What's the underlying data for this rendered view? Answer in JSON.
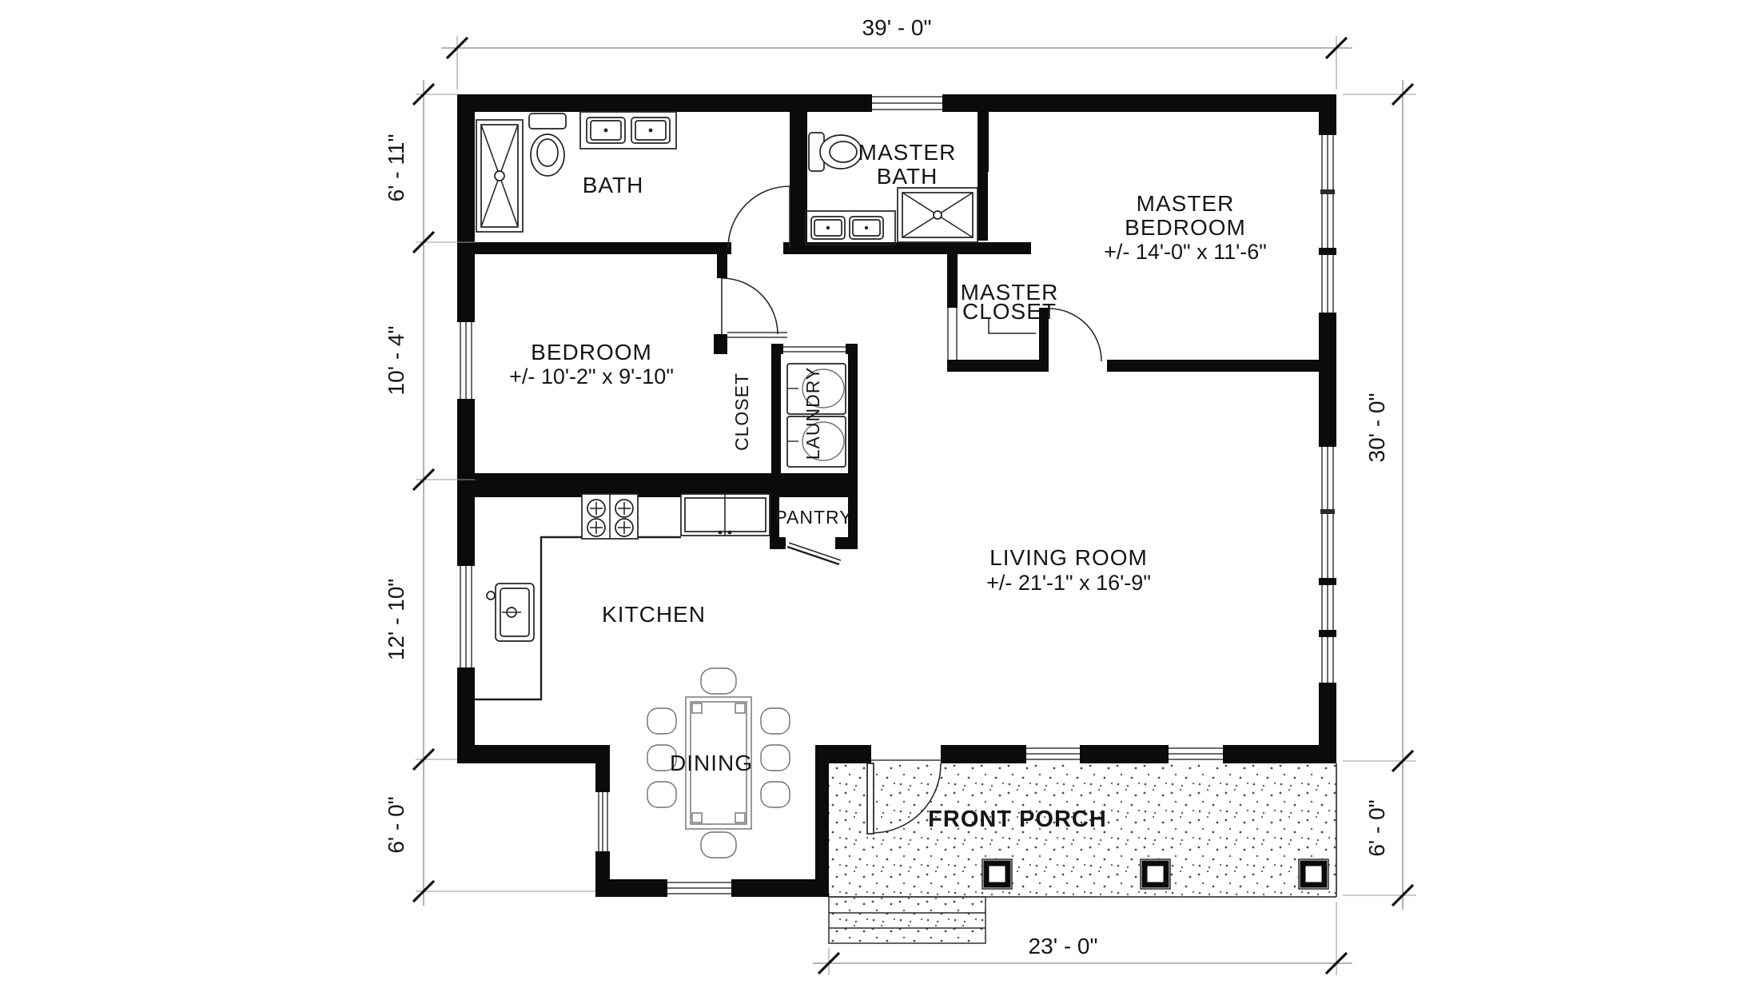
{
  "plan": {
    "rooms": {
      "bath": {
        "label": "BATH"
      },
      "master_bath": {
        "line1": "MASTER",
        "line2": "BATH"
      },
      "master_bedroom": {
        "line1": "MASTER",
        "line2": "BEDROOM",
        "dims": "+/- 14'-0\" x 11'-6\""
      },
      "master_closet": {
        "line1": "MASTER",
        "line2": "CLOSET"
      },
      "bedroom": {
        "label": "BEDROOM",
        "dims": "+/- 10'-2\" x 9'-10\""
      },
      "closet": {
        "label": "CLOSET"
      },
      "laundry": {
        "label": "LAUNDRY"
      },
      "pantry": {
        "label": "PANTRY"
      },
      "kitchen": {
        "label": "KITCHEN"
      },
      "dining": {
        "label": "DINING"
      },
      "living_room": {
        "label": "LIVING ROOM",
        "dims": "+/- 21'-1\" x 16'-9\""
      },
      "front_porch": {
        "label": "FRONT PORCH"
      }
    },
    "dimensions": {
      "top_width": "39' - 0\"",
      "left_bath": "6' - 11\"",
      "left_bedroom": "10' - 4\"",
      "left_kitchen": "12' - 10\"",
      "left_porch": "6' - 0\"",
      "right_height": "30' - 0\"",
      "right_porch": "6' - 0\"",
      "bottom_porch": "23' - 0\""
    }
  }
}
